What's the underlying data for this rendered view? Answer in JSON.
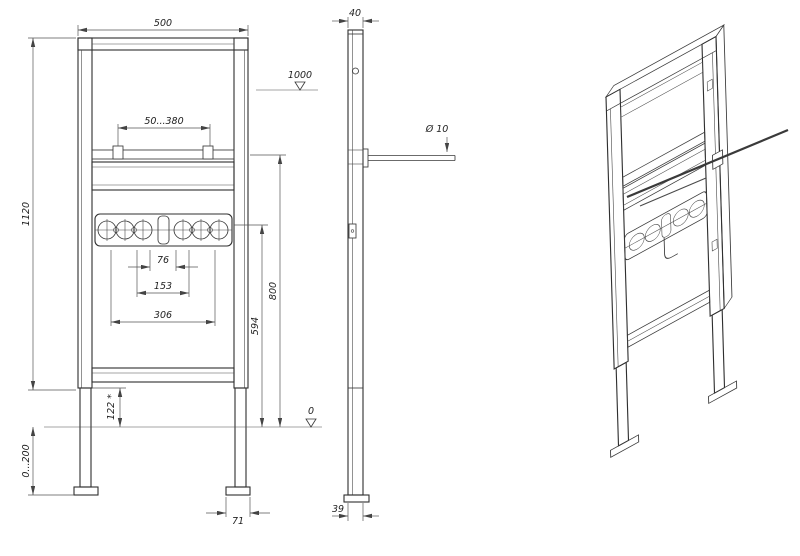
{
  "drawing": {
    "front": {
      "frame_width": "500",
      "frame_height": "1120",
      "fastening_range": "50...380",
      "hole_spacing_small": "76",
      "hole_spacing_mid": "153",
      "hole_spacing_wide": "306",
      "plate_level": "594",
      "rail_level": "800",
      "leg_offset": "122 *",
      "leg_adjust_range": "0...200",
      "foot_width": "71",
      "level_upper": "1000",
      "level_floor": "0"
    },
    "side": {
      "frame_depth": "40",
      "rod_diameter": "Ø 10",
      "foot_depth": "39"
    },
    "colors": {
      "line": "#2f2f2f",
      "dimension": "#555555",
      "background": "#ffffff"
    }
  }
}
